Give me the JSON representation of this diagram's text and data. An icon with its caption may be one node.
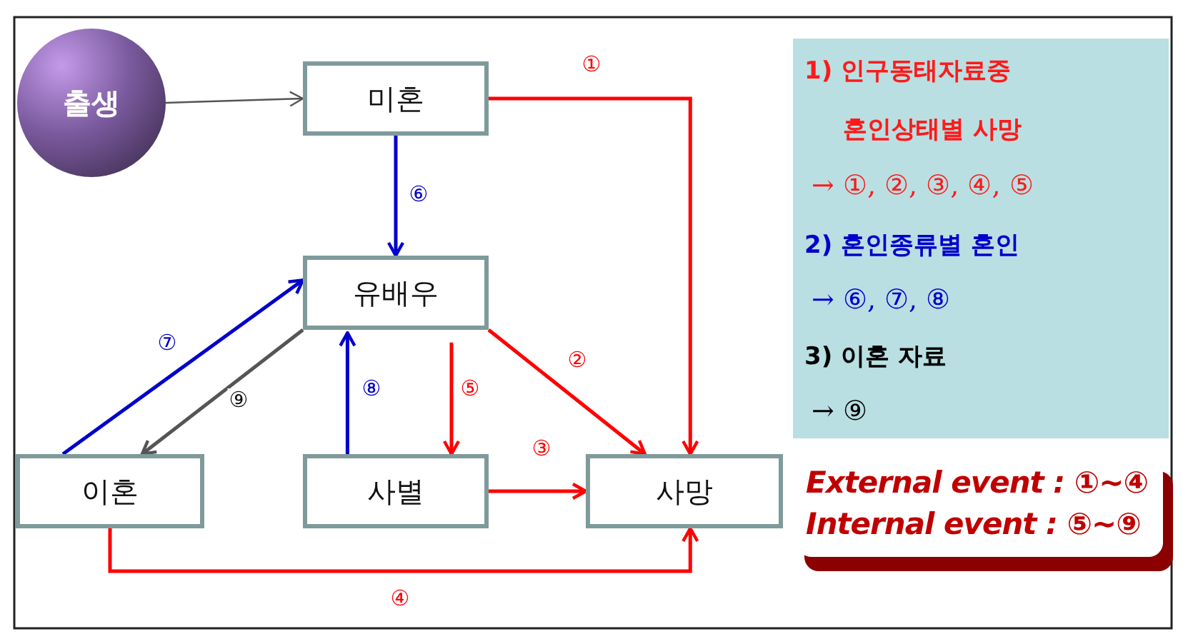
{
  "diagram": {
    "nodes": [
      {
        "text": [
          "출생"
        ]
      },
      {
        "text": [
          "미혼"
        ]
      },
      {
        "text": [
          "유배우"
        ]
      },
      {
        "text": [
          "이혼"
        ]
      },
      {
        "text": [
          "사별"
        ]
      },
      {
        "text": [
          "사망"
        ]
      }
    ],
    "edges": [
      {
        "from": 0,
        "to": 1,
        "arrow": "to",
        "color": "#555555"
      },
      {
        "from": 1,
        "to": 5,
        "arrow": "to",
        "label": "①",
        "color": "#ff0000"
      },
      {
        "from": 1,
        "to": 2,
        "arrow": "to",
        "label": "⑥",
        "color": "#0000cc"
      },
      {
        "from": 3,
        "to": 2,
        "arrow": "to",
        "label": "⑦",
        "color": "#0000cc"
      },
      {
        "from": 2,
        "to": 3,
        "arrow": "to",
        "label": "⑨",
        "color": "#555555"
      },
      {
        "from": 4,
        "to": 2,
        "arrow": "to",
        "label": "⑧",
        "color": "#0000cc"
      },
      {
        "from": 2,
        "to": 4,
        "arrow": "to",
        "label": "⑤",
        "color": "#ff0000"
      },
      {
        "from": 2,
        "to": 5,
        "arrow": "to",
        "label": "②",
        "color": "#ff0000"
      },
      {
        "from": 4,
        "to": 5,
        "arrow": "to",
        "label": "③",
        "color": "#ff0000"
      },
      {
        "from": 3,
        "to": 5,
        "arrow": "to",
        "label": "④",
        "color": "#ff0000"
      }
    ],
    "labels": [
      "1) 인구동태자료중",
      "혼인상태별 사망",
      "→ ①, ②, ③, ④, ⑤",
      "2) 혼인종류별 혼인",
      "→ ⑥, ⑦, ⑧",
      "3) 이혼 자료",
      "→ ⑨",
      "External event : ①~④",
      "Internal event : ⑤~⑨"
    ]
  }
}
